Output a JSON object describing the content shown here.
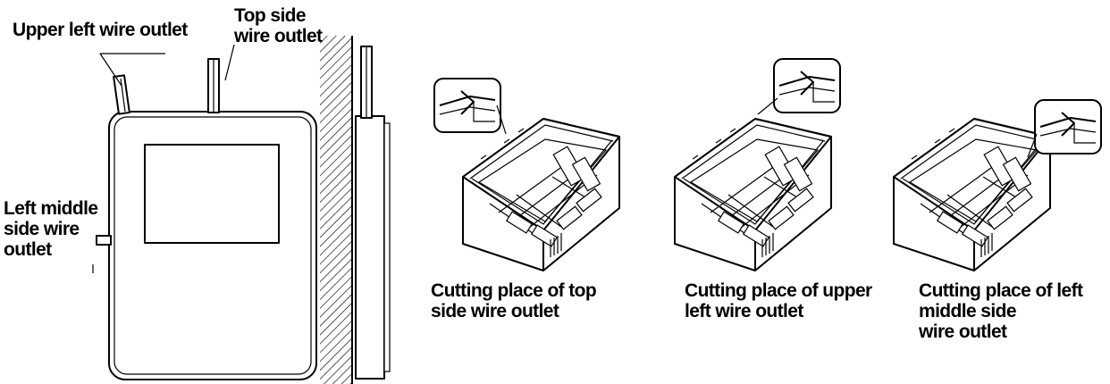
{
  "labels": {
    "upper_left": "Upper left wire outlet",
    "top_side": [
      "Top side",
      "wire outlet"
    ],
    "left_middle": [
      "Left middle",
      "side wire",
      "outlet"
    ],
    "cut_top": [
      "Cutting place of top",
      "side wire outlet"
    ],
    "cut_upper_left": [
      "Cutting place of upper",
      "left wire outlet"
    ],
    "cut_left_middle": [
      "Cutting place of left",
      "middle side",
      "wire outlet"
    ]
  }
}
